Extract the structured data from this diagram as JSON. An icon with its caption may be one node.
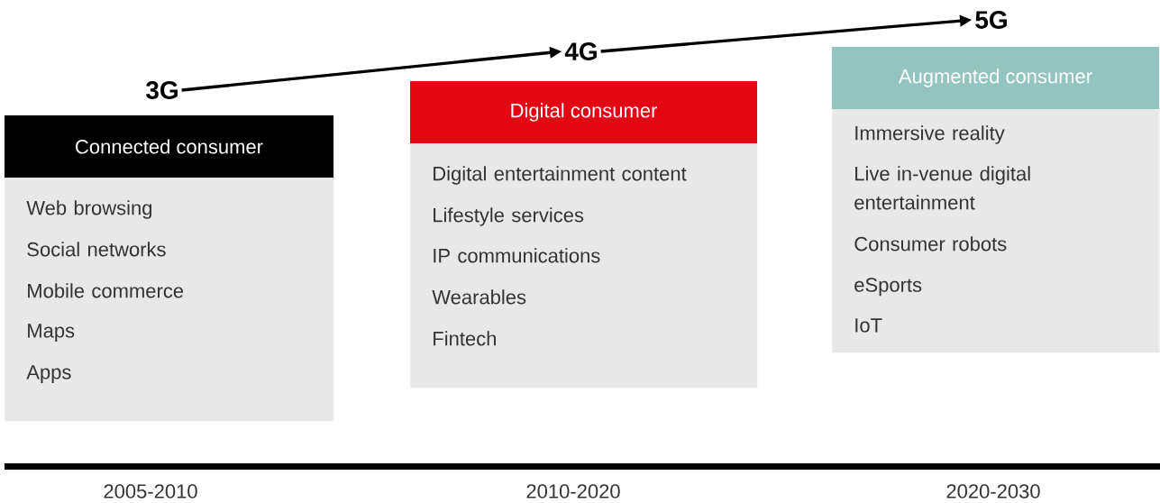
{
  "diagram": {
    "nodes": [
      {
        "text": [
          "3G"
        ]
      },
      {
        "text": [
          "4G"
        ]
      },
      {
        "text": [
          "5G"
        ]
      },
      {
        "text": [
          "Connected consumer",
          "Web browsing",
          "Social networks",
          "Mobile commerce",
          "Maps",
          "Apps"
        ]
      },
      {
        "text": [
          "Digital consumer",
          "Digital entertainment content",
          "Lifestyle services",
          "IP communications",
          "Wearables",
          "Fintech"
        ]
      },
      {
        "text": [
          "Augmented consumer",
          "Immersive reality",
          "Live in-venue digital entertainment",
          "Consumer robots",
          "eSports",
          "IoT"
        ]
      }
    ],
    "edges": [
      {
        "from": 0,
        "to": 1,
        "arrow": "to"
      },
      {
        "from": 1,
        "to": 2,
        "arrow": "to"
      }
    ],
    "labels": [
      "2005-2010",
      "2010-2020",
      "2020-2030"
    ]
  }
}
